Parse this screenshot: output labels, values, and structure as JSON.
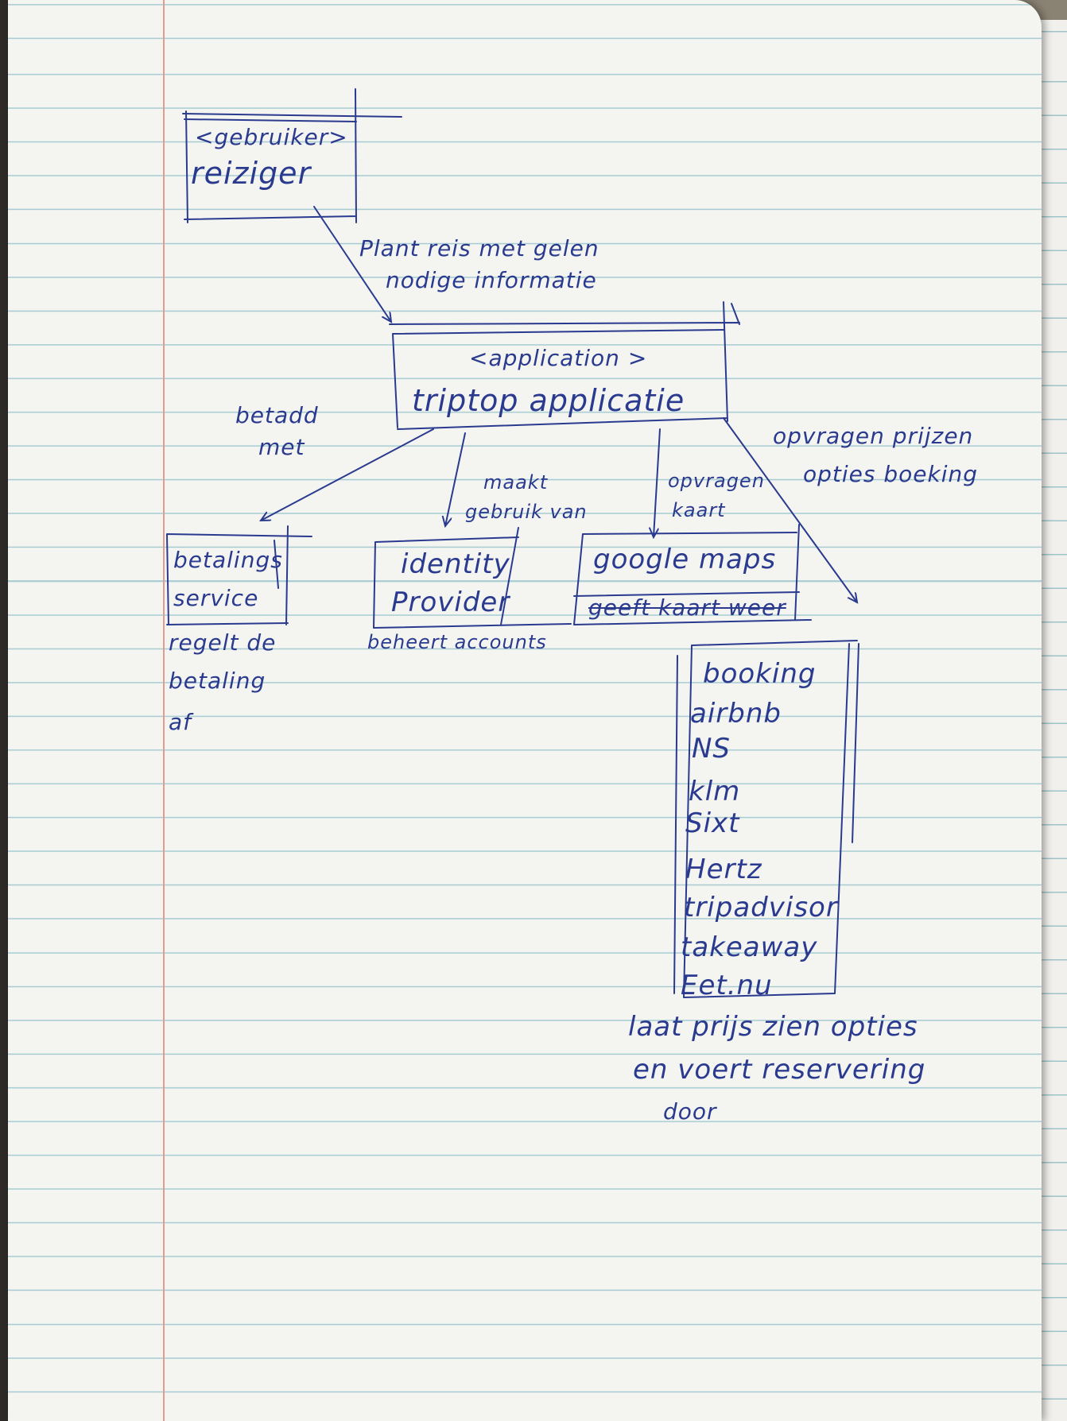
{
  "diagram": {
    "user_box": {
      "stereotype": "<gebruiker>",
      "name": "reiziger"
    },
    "app_box": {
      "stereotype": "<application >",
      "name": "triptop applicatie"
    },
    "edge_plant": [
      "Plant reis met gelen",
      "nodige informatie"
    ],
    "edge_betaald": [
      "betadd",
      "met"
    ],
    "edge_identity": [
      "maakt",
      "gebruik van"
    ],
    "edge_maps": [
      "opvragen",
      "kaart"
    ],
    "edge_prijzen": [
      "opvragen prijzen",
      "opties boeking"
    ],
    "betalings_box": {
      "name": [
        "betalings",
        "service"
      ],
      "note": [
        "regelt de",
        "betaling",
        "af"
      ]
    },
    "identity_box": {
      "name": [
        "identity",
        "Provider"
      ],
      "note": "beheert accounts"
    },
    "maps_box": {
      "name": "google maps",
      "note": "geeft kaart weer"
    },
    "providers_box": {
      "items": [
        "booking",
        "airbnb",
        "NS",
        "klm",
        "Sixt",
        "Hertz",
        "tripadvisor",
        "takeaway",
        "Eet.nu"
      ],
      "note": [
        "laat prijs zien opties",
        "en voert reservering",
        "door"
      ]
    }
  }
}
